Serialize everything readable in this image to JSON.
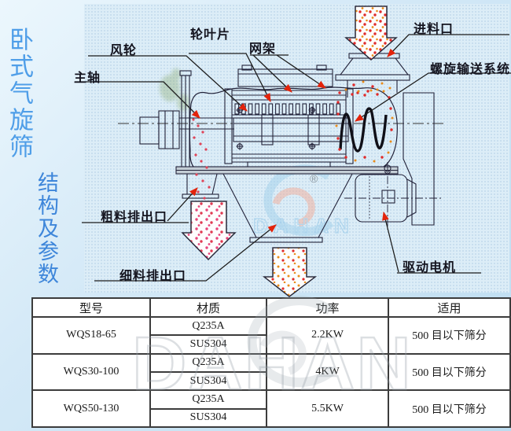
{
  "page": {
    "side_title_primary": "卧式气旋筛",
    "side_title_secondary": "结构及参数"
  },
  "diagram": {
    "labels": {
      "main_shaft": "主轴",
      "wind_wheel": "风轮",
      "wheel_blade": "轮叶片",
      "mesh_frame": "网架",
      "feed_inlet": "进料口",
      "screw_conveyor_system": "螺旋输送系统",
      "coarse_outlet": "粗料排出口",
      "fine_outlet": "细料排出口",
      "drive_motor": "驱动电机"
    },
    "watermark": {
      "brand": "DAHAN",
      "registered": "®"
    },
    "colors": {
      "leader_arrow_red": "#e3230b",
      "material_dot_red": "#df2b2b",
      "material_dot_orange": "#ea8c1a",
      "material_dot_pink": "#e8457a",
      "drawing_line": "#23233a",
      "title_blue": "#4f9ee8"
    }
  },
  "table": {
    "headers": [
      "型号",
      "材质",
      "功率",
      "适用"
    ],
    "rows": [
      {
        "model": "WQS18-65",
        "materials": [
          "Q235A",
          "SUS304"
        ],
        "power": "2.2KW",
        "application": "500 目以下筛分"
      },
      {
        "model": "WQS30-100",
        "materials": [
          "Q235A",
          "SUS304"
        ],
        "power": "4KW",
        "application": "500 目以下筛分"
      },
      {
        "model": "WQS50-130",
        "materials": [
          "Q235A",
          "SUS304"
        ],
        "power": "5.5KW",
        "application": "500 目以下筛分"
      }
    ]
  },
  "watermark_bottom": {
    "brand": "DAHAN"
  }
}
